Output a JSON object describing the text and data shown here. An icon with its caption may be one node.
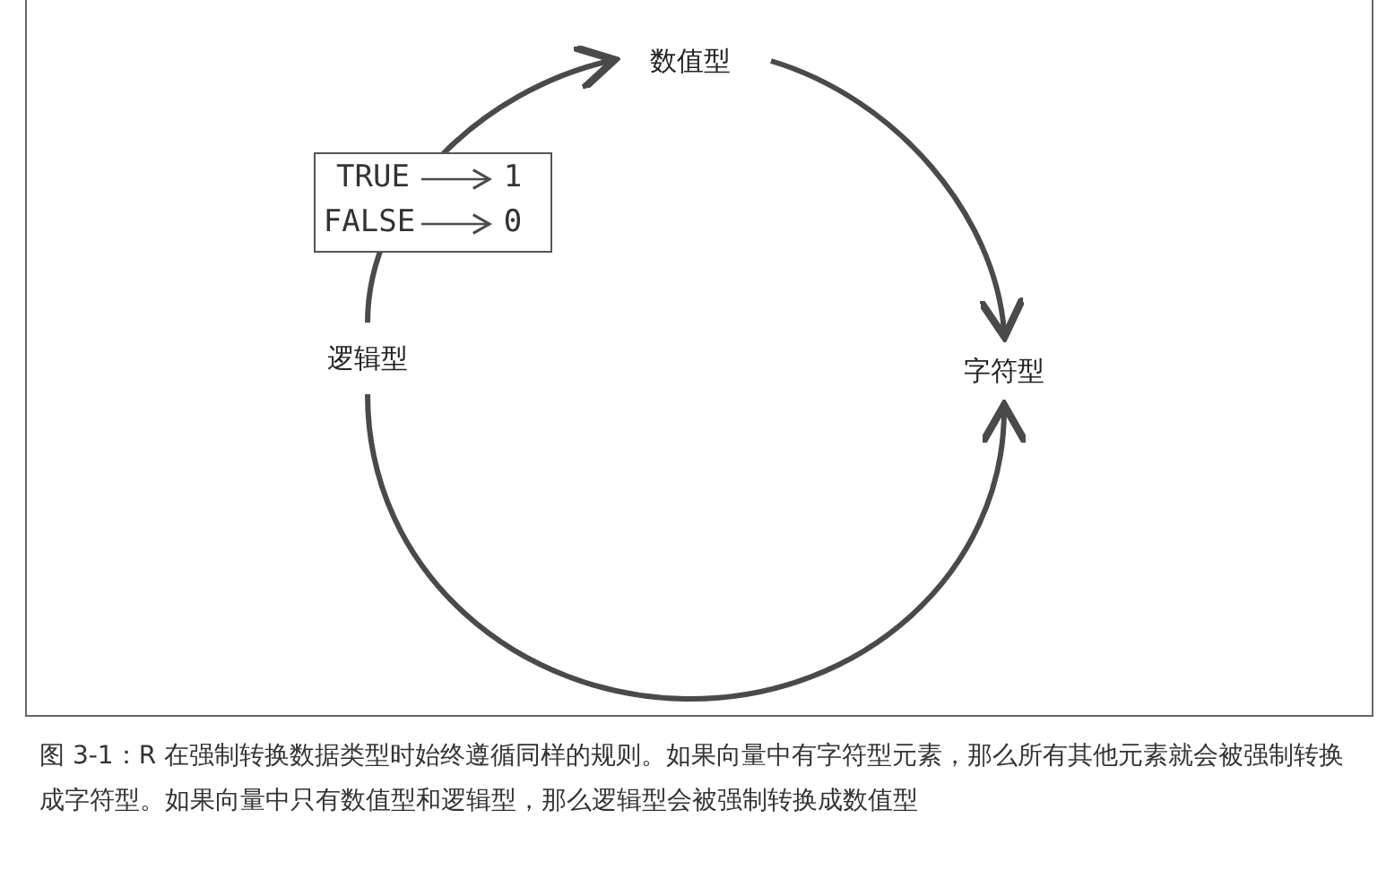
{
  "diagram": {
    "caption": "图 3-1：R 在强制转换数据类型时始终遵循同样的规则。如果向量中有字符型元素，那么所有其他元素就会被强制转换成字符型。如果向量中只有数值型和逻辑型，那么逻辑型会被强制转换成数值型",
    "nodes": [
      {
        "text": [
          "数值型"
        ]
      },
      {
        "text": [
          "字符型"
        ]
      },
      {
        "text": [
          "逻辑型"
        ]
      },
      {
        "text": [],
        "shape": "box"
      },
      {
        "text": [
          "TRUE"
        ],
        "in": 3
      },
      {
        "text": [
          "1"
        ],
        "in": 3
      },
      {
        "text": [
          "FALSE"
        ],
        "in": 3
      },
      {
        "text": [
          "0"
        ],
        "in": 3
      }
    ],
    "edges": [
      {
        "from": 2,
        "to": 0,
        "arrow": "to"
      },
      {
        "from": 0,
        "to": 1,
        "arrow": "to"
      },
      {
        "from": 2,
        "to": 1,
        "arrow": "to"
      },
      {
        "from": 4,
        "to": 5,
        "arrow": "to"
      },
      {
        "from": 6,
        "to": 7,
        "arrow": "to"
      }
    ]
  }
}
